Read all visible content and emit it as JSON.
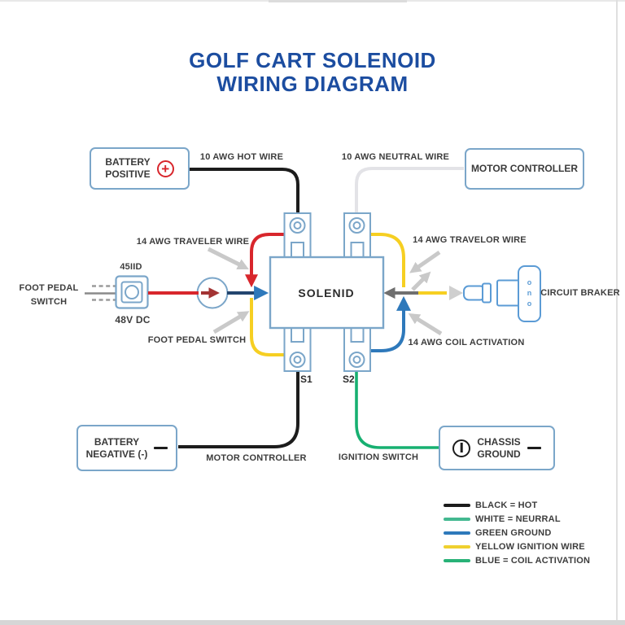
{
  "title": {
    "line1": "GOLF CART SOLENOID",
    "line2": "WIRING DIAGRAM"
  },
  "boxes": {
    "battery_positive": {
      "line1": "BATTERY",
      "line2": "POSITIVE",
      "icon_symbol": "+"
    },
    "motor_controller": {
      "label": "MOTOR CONTROLLER"
    },
    "battery_negative": {
      "line1": "BATTERY",
      "line2": "NEGATIVE (-)"
    },
    "chassis_ground": {
      "line1": "CHASSIS",
      "line2": "GROUND"
    }
  },
  "solenoid": {
    "label": "SOLENID",
    "terminal_s1": "S1",
    "terminal_s2": "S2"
  },
  "foot_pedal": {
    "label_line1": "FOOT PEDAL",
    "label_line2": "SWITCH",
    "box_label_top": "45IID",
    "box_label_bottom": "48V DC"
  },
  "circuit_breaker": {
    "label": "CIRCUIT BRAKER",
    "glyphs": [
      "o",
      "n",
      "o"
    ]
  },
  "wire_labels": {
    "hot": "10 AWG HOT WIRE",
    "neutral": "10 AWG NEUTRAL WIRE",
    "traveler_left": "14 AWG TRAVELER WIRE",
    "traveler_right": "14 AWG TRAVELOR WIRE",
    "foot_pedal_switch": "FOOT PEDAL SWITCH",
    "coil_activation": "14 AWG COIL ACTIVATION",
    "motor_controller": "MOTOR CONTROLLER",
    "ignition_switch": "IGNITION SWITCH"
  },
  "legend": {
    "items": [
      {
        "label": "BLACK = HOT",
        "color": "#1c1c1c"
      },
      {
        "label": "WHITE = NEURRAL",
        "color": "#43b890"
      },
      {
        "label": "GREEN GROUND",
        "color": "#2e79bb"
      },
      {
        "label": "YELLOW IGNITION WIRE",
        "color": "#efd02f"
      },
      {
        "label": "BLUE = COIL ACTIVATION",
        "color": "#28b277"
      }
    ]
  },
  "colors": {
    "title": "#1c4da0",
    "wire_black": "#1c1c1c",
    "wire_neutral": "#e3e3e7",
    "wire_red": "#d8262c",
    "wire_yellow": "#f6cf22",
    "wire_blue": "#2e79bb",
    "wire_green": "#17b071",
    "box_border": "#7ba6c9",
    "guide_arrow": "#c9c9c9"
  }
}
